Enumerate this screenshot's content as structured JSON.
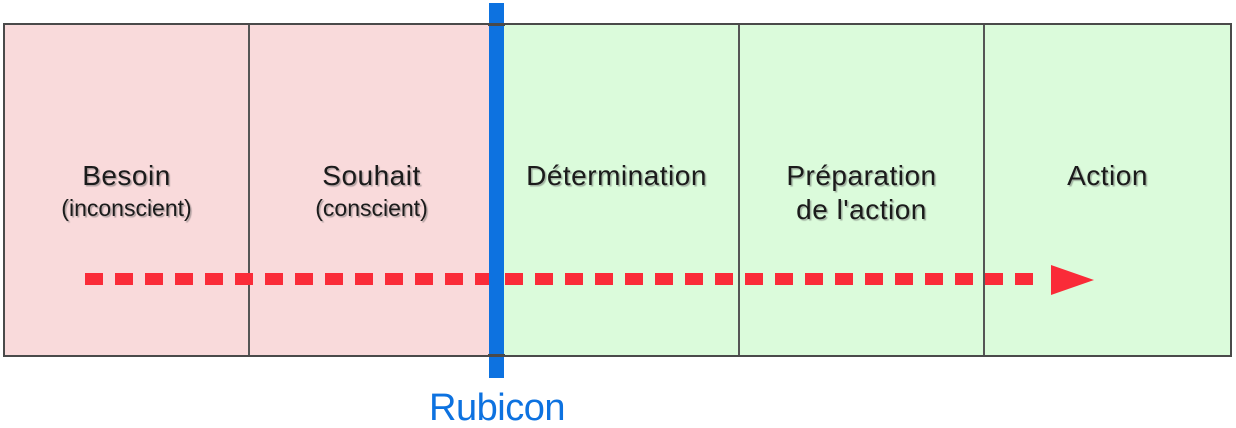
{
  "diagram": {
    "description": "Rubicon model of action phases",
    "phases": [
      {
        "label": "Besoin",
        "sublabel": "(inconscient)",
        "zone": "pre-rubicon"
      },
      {
        "label": "Souhait",
        "sublabel": "(conscient)",
        "zone": "pre-rubicon"
      },
      {
        "label": "Détermination",
        "sublabel": "",
        "zone": "post-rubicon"
      },
      {
        "label": "Préparation",
        "label2": "de l'action",
        "sublabel": "",
        "zone": "post-rubicon"
      },
      {
        "label": "Action",
        "sublabel": "",
        "zone": "post-rubicon"
      }
    ],
    "rubicon_label": "Rubicon",
    "icons": {
      "flow_arrow": "dashed-right-arrow-icon"
    }
  },
  "colors": {
    "pink": "#f9dadb",
    "green": "#dbfbdb",
    "blue": "#0d72e0",
    "red": "#fa2b38",
    "border": "#4a4a4a",
    "text": "#1b1b1b",
    "bg": "#ffffff"
  }
}
